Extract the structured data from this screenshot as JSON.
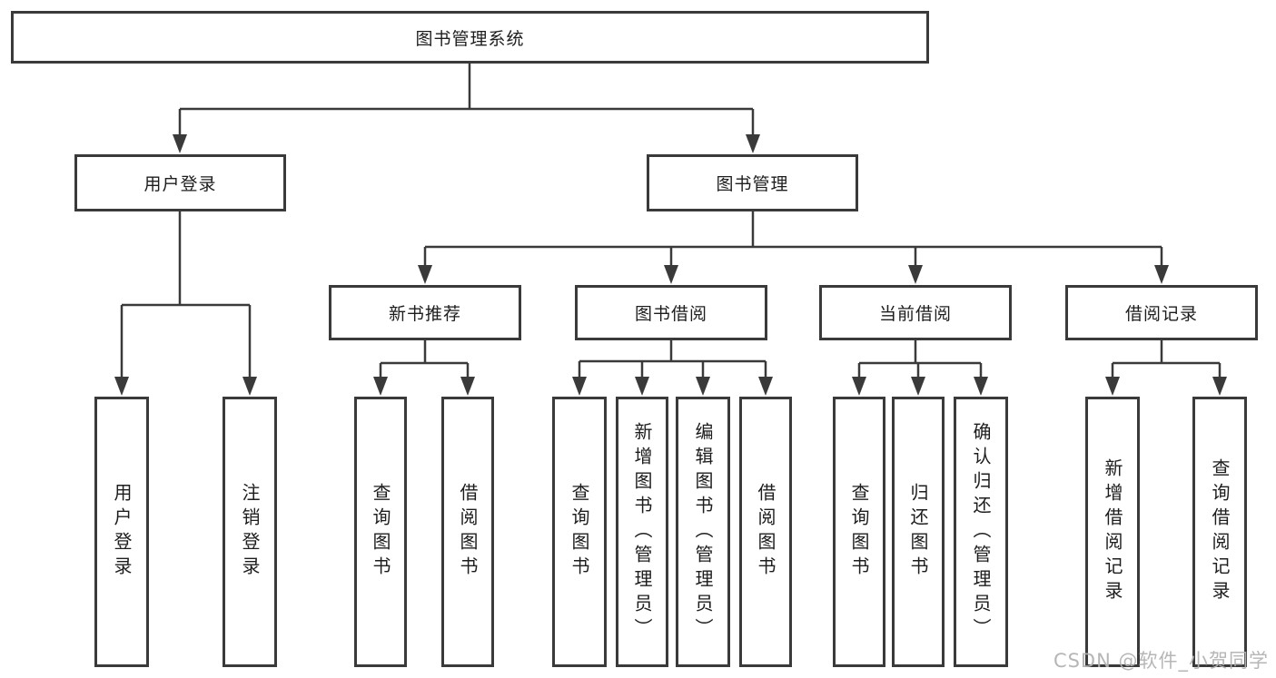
{
  "diagram_title": "图书管理系统",
  "tree": {
    "root": {
      "label": "图书管理系统",
      "children": [
        {
          "label": "用户登录",
          "children": [
            {
              "label": "用户登录"
            },
            {
              "label": "注销登录"
            }
          ]
        },
        {
          "label": "图书管理",
          "children": [
            {
              "label": "新书推荐",
              "children": [
                {
                  "label": "查询图书"
                },
                {
                  "label": "借阅图书"
                }
              ]
            },
            {
              "label": "图书借阅",
              "children": [
                {
                  "label": "查询图书"
                },
                {
                  "label": "新增图书（管理员）"
                },
                {
                  "label": "编辑图书（管理员）"
                },
                {
                  "label": "借阅图书"
                }
              ]
            },
            {
              "label": "当前借阅",
              "children": [
                {
                  "label": "查询图书"
                },
                {
                  "label": "归还图书"
                },
                {
                  "label": "确认归还（管理员）"
                }
              ]
            },
            {
              "label": "借阅记录",
              "children": [
                {
                  "label": "新增借阅记录"
                },
                {
                  "label": "查询借阅记录"
                }
              ]
            }
          ]
        }
      ]
    }
  },
  "watermark": {
    "text": "CSDN @软件_小贺同学"
  },
  "colors": {
    "background": "#ffffff",
    "line": "#3a3a3a",
    "box_border": "#3a3a3a",
    "text": "#1d1d1d",
    "watermark": "#b2b2b2"
  }
}
